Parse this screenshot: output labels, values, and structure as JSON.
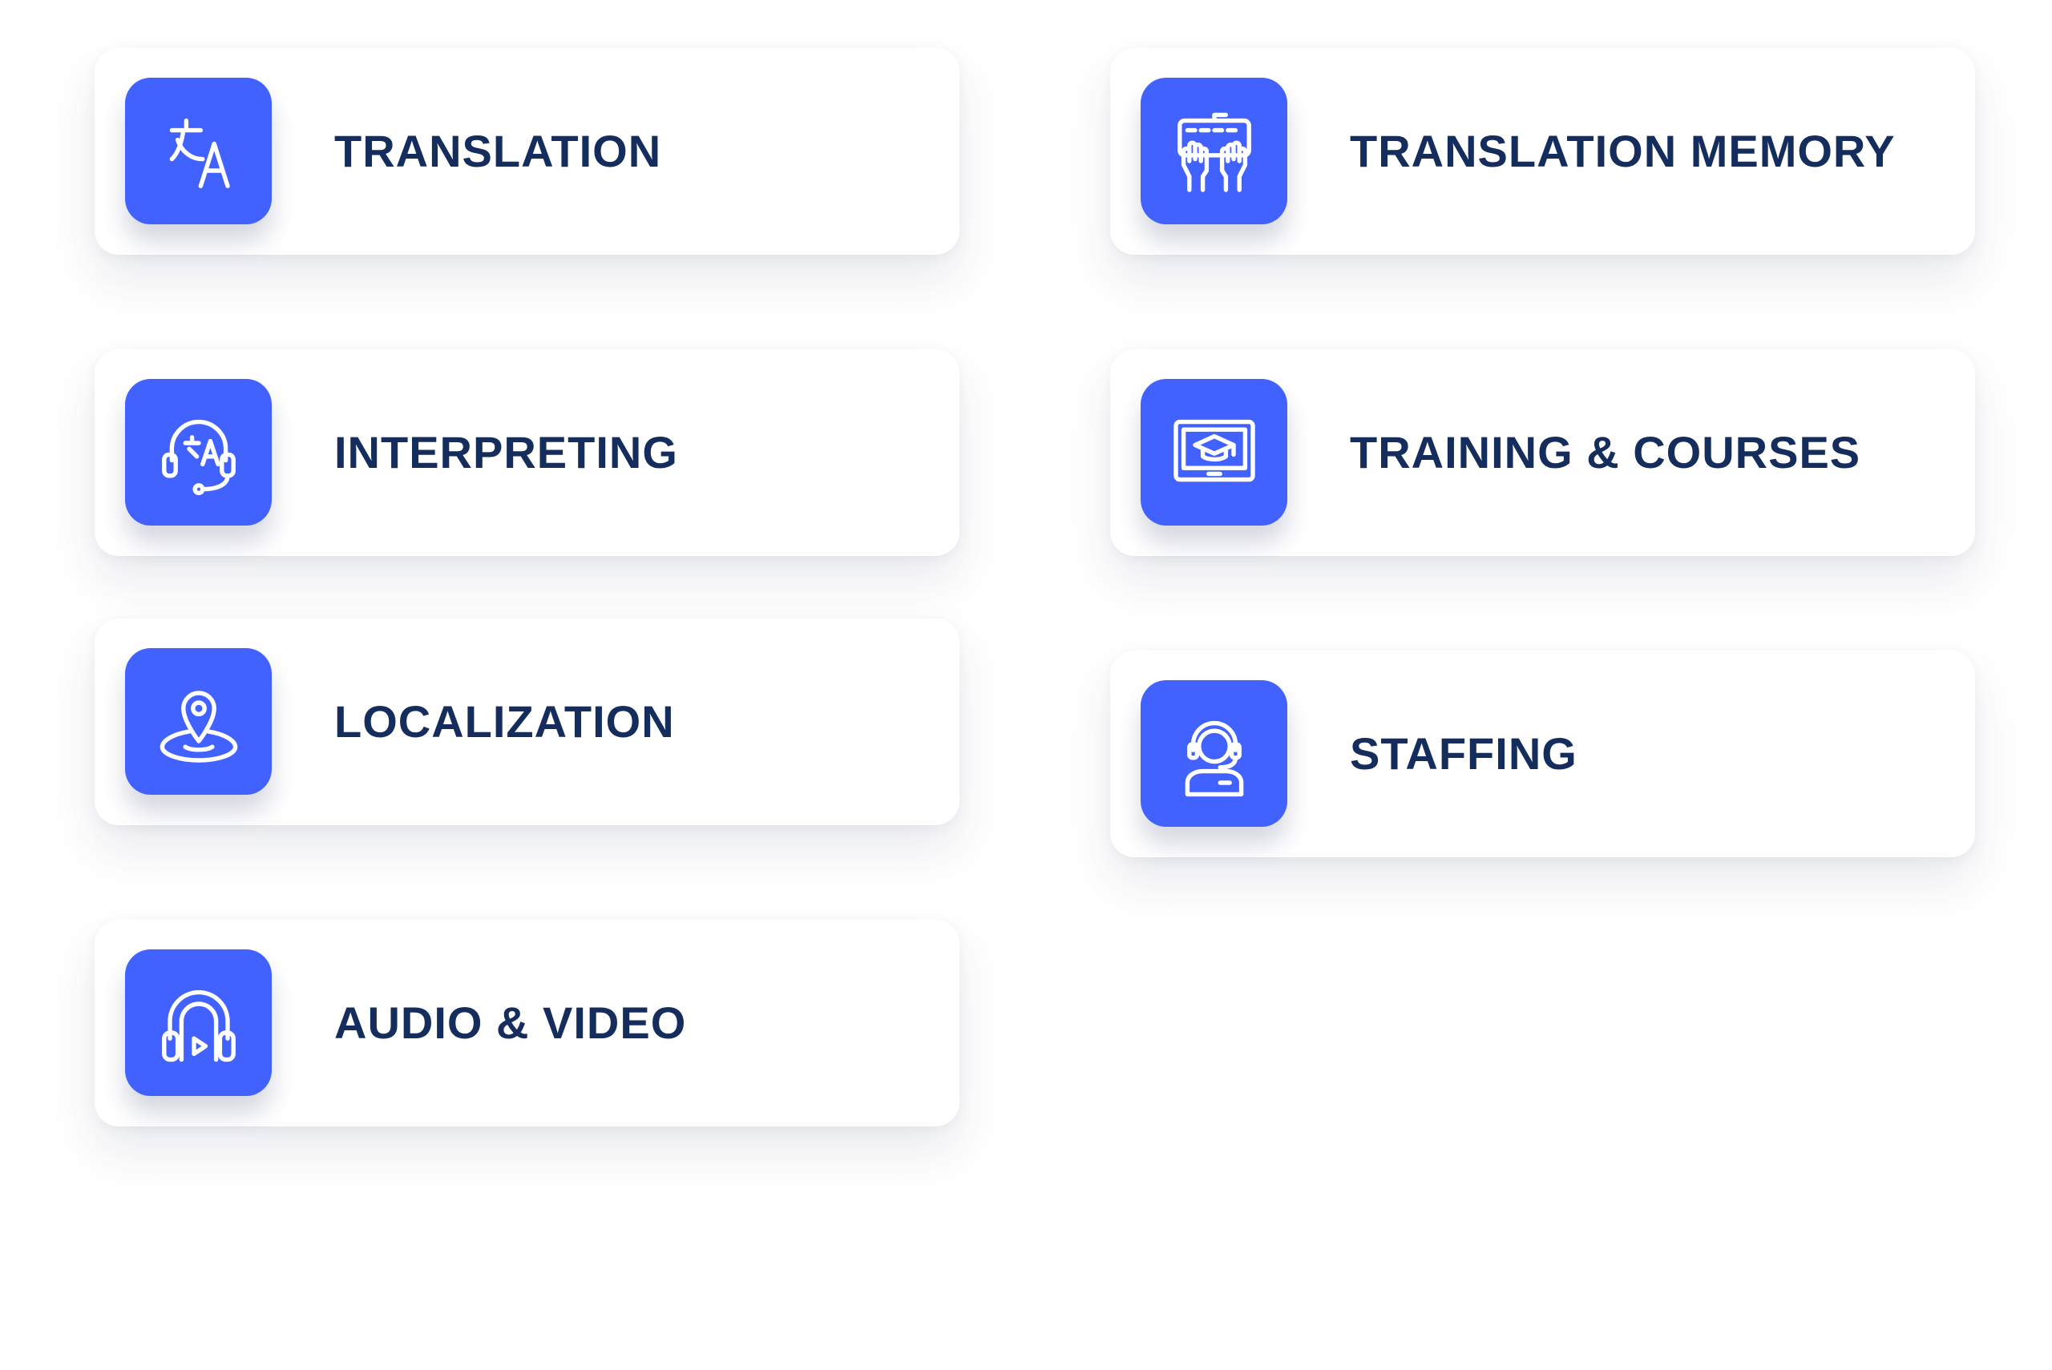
{
  "accent_color": "#4262ff",
  "text_color": "#142d5c",
  "services": [
    {
      "label": "TRANSLATION",
      "icon": "translate-icon"
    },
    {
      "label": "INTERPRETING",
      "icon": "headset-translate-icon"
    },
    {
      "label": "LOCALIZATION",
      "icon": "location-pin-icon"
    },
    {
      "label": "AUDIO & VIDEO",
      "icon": "headphones-play-icon"
    },
    {
      "label": "TRANSLATION MEMORY",
      "icon": "keyboard-hands-icon"
    },
    {
      "label": "TRAINING & COURSES",
      "icon": "laptop-graduation-icon"
    },
    {
      "label": "STAFFING",
      "icon": "support-agent-icon"
    }
  ]
}
